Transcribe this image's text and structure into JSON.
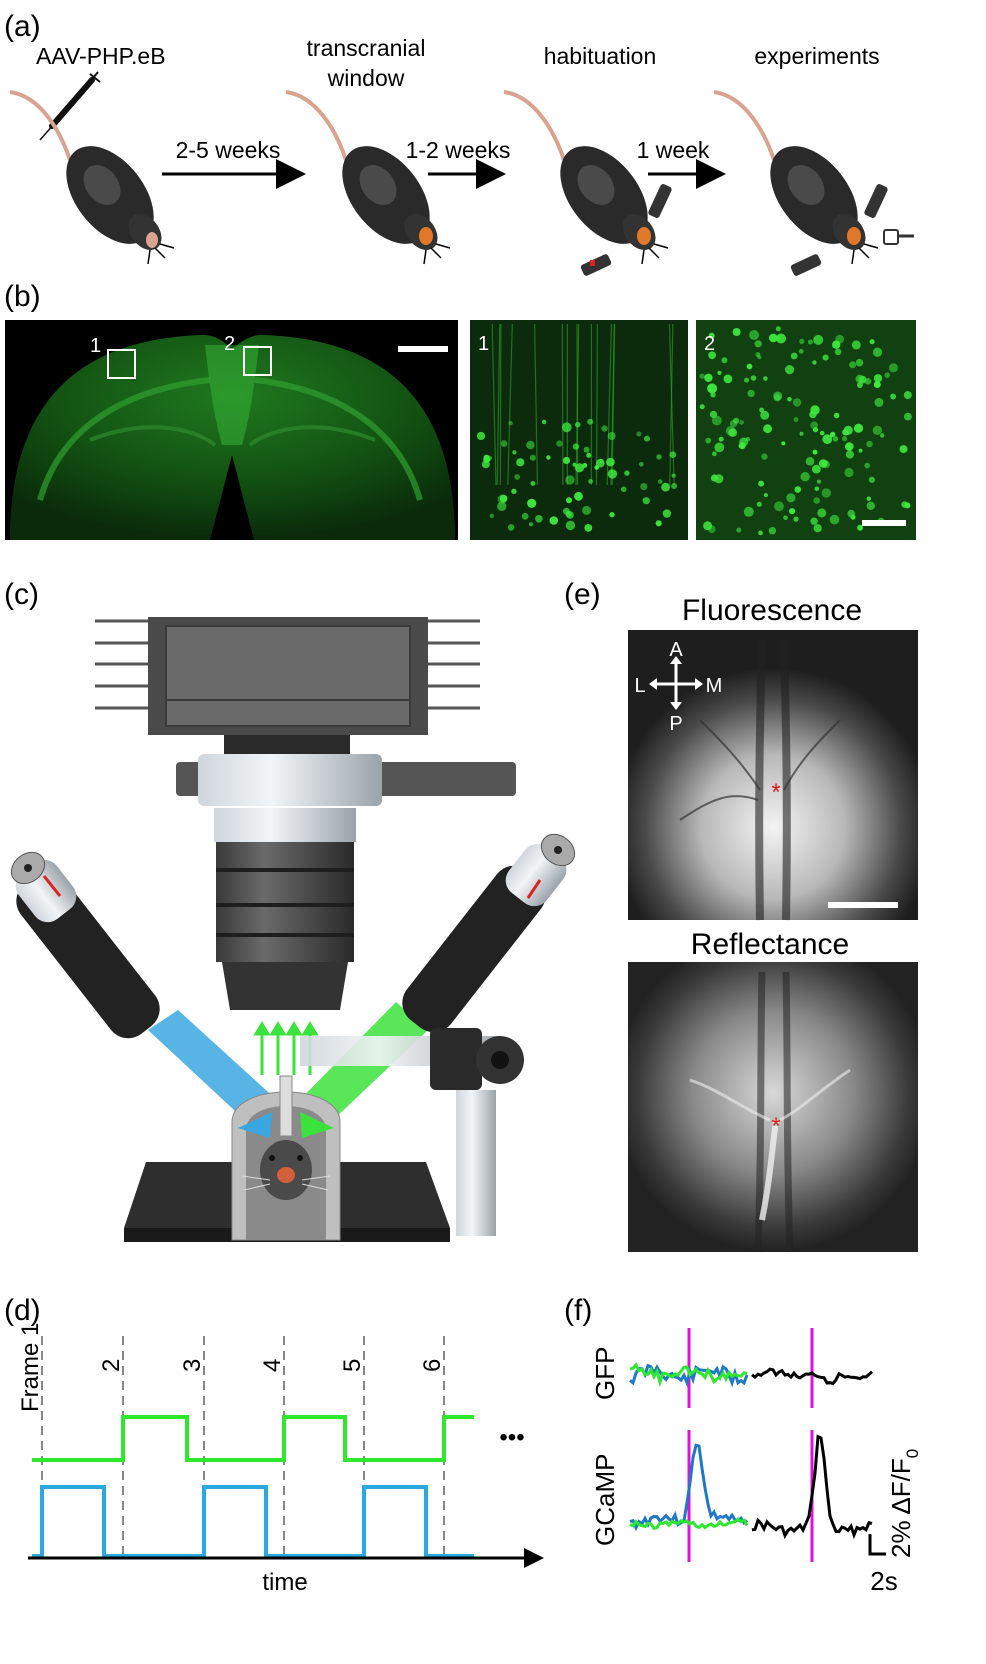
{
  "panels": {
    "a": "(a)",
    "b": "(b)",
    "c": "(c)",
    "d": "(d)",
    "e": "(e)",
    "f": "(f)"
  },
  "timeline": {
    "stages": [
      "AAV-PHP.eB",
      "transcranial",
      "window",
      "habituation",
      "experiments"
    ],
    "intervals": [
      "2-5 weeks",
      "1-2 weeks",
      "1 week"
    ]
  },
  "histology": {
    "roi_labels": [
      "1",
      "2"
    ],
    "inset_labels": [
      "1",
      "2"
    ]
  },
  "imaging": {
    "fluorescence_title": "Fluorescence",
    "reflectance_title": "Reflectance",
    "compass": {
      "anterior": "A",
      "posterior": "P",
      "lateral": "L",
      "medial": "M"
    },
    "marker": "*"
  },
  "timing": {
    "frame_labels": [
      "Frame 1",
      "2",
      "3",
      "4",
      "5",
      "6"
    ],
    "ellipsis": "•••",
    "x_label": "time",
    "green_color": "#2ee82e",
    "blue_color": "#2aa8e0"
  },
  "traces": {
    "row_labels": [
      "GFP",
      "GCaMP"
    ],
    "scale_y": "2% ΔF/F",
    "scale_y_sub": "0",
    "scale_x": "2s",
    "stim_color": "#e010e0"
  }
}
